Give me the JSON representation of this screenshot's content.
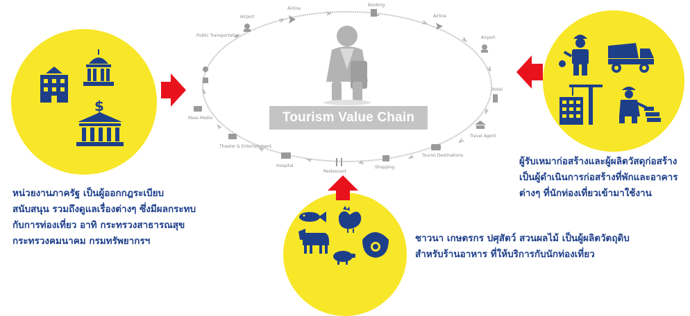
{
  "center": {
    "title": "Tourism Value Chain"
  },
  "nodes": [
    {
      "id": "airport-left",
      "label": "Airport"
    },
    {
      "id": "airline-top",
      "label": "Airline"
    },
    {
      "id": "booking",
      "label": "Booking"
    },
    {
      "id": "airline-right",
      "label": "Airline"
    },
    {
      "id": "airport-right",
      "label": "Airport"
    },
    {
      "id": "hotel",
      "label": "Hotel"
    },
    {
      "id": "travel-agent",
      "label": "Travel Agent"
    },
    {
      "id": "tourist-destinations",
      "label": "Tourist Destinations"
    },
    {
      "id": "shopping",
      "label": "Shopping"
    },
    {
      "id": "restaurant",
      "label": "Restaurant"
    },
    {
      "id": "hospital",
      "label": "Hospital"
    },
    {
      "id": "theater",
      "label": "Theater & Entertainment"
    },
    {
      "id": "mass-media",
      "label": "Mass Media"
    },
    {
      "id": "public-transportation",
      "label": "Public Transportation"
    }
  ],
  "captions": {
    "left": [
      "หน่วยงานภาครัฐ เป็นผู้ออกกฎระเบียบ",
      "สนับสนุน รวมถึงดูแลเรื่องต่างๆ ซึ่งมีผลกระทบ",
      "กับการท่องเที่ยว อาทิ กระทรวงสาธารณสุข",
      "กระทรวงคมนาคม กรมทรัพยากรฯ"
    ],
    "right": [
      "ผู้รับเหมาก่อสร้างและผู้ผลิตวัสดุก่อสร้าง",
      "เป็นผู้ดำเนินการก่อสร้างที่พักและอาคาร",
      "ต่างๆ ที่นักท่องเที่ยวเข้ามาใช้งาน"
    ],
    "bottom": [
      "ชาวนา เกษตรกร ปศุสัตว์ สวนผลไม้  เป็นผู้ผลิตวัตถุดิบ",
      "สำหรับร้านอาหาร ที่ให้บริการกับนักท่องเที่ยว"
    ]
  },
  "colors": {
    "circle": "#f8e629",
    "icon": "#1d3f8a",
    "arrow": "#e8121c",
    "caption": "#1d3f8a",
    "cycle": "#b8b8b8"
  }
}
